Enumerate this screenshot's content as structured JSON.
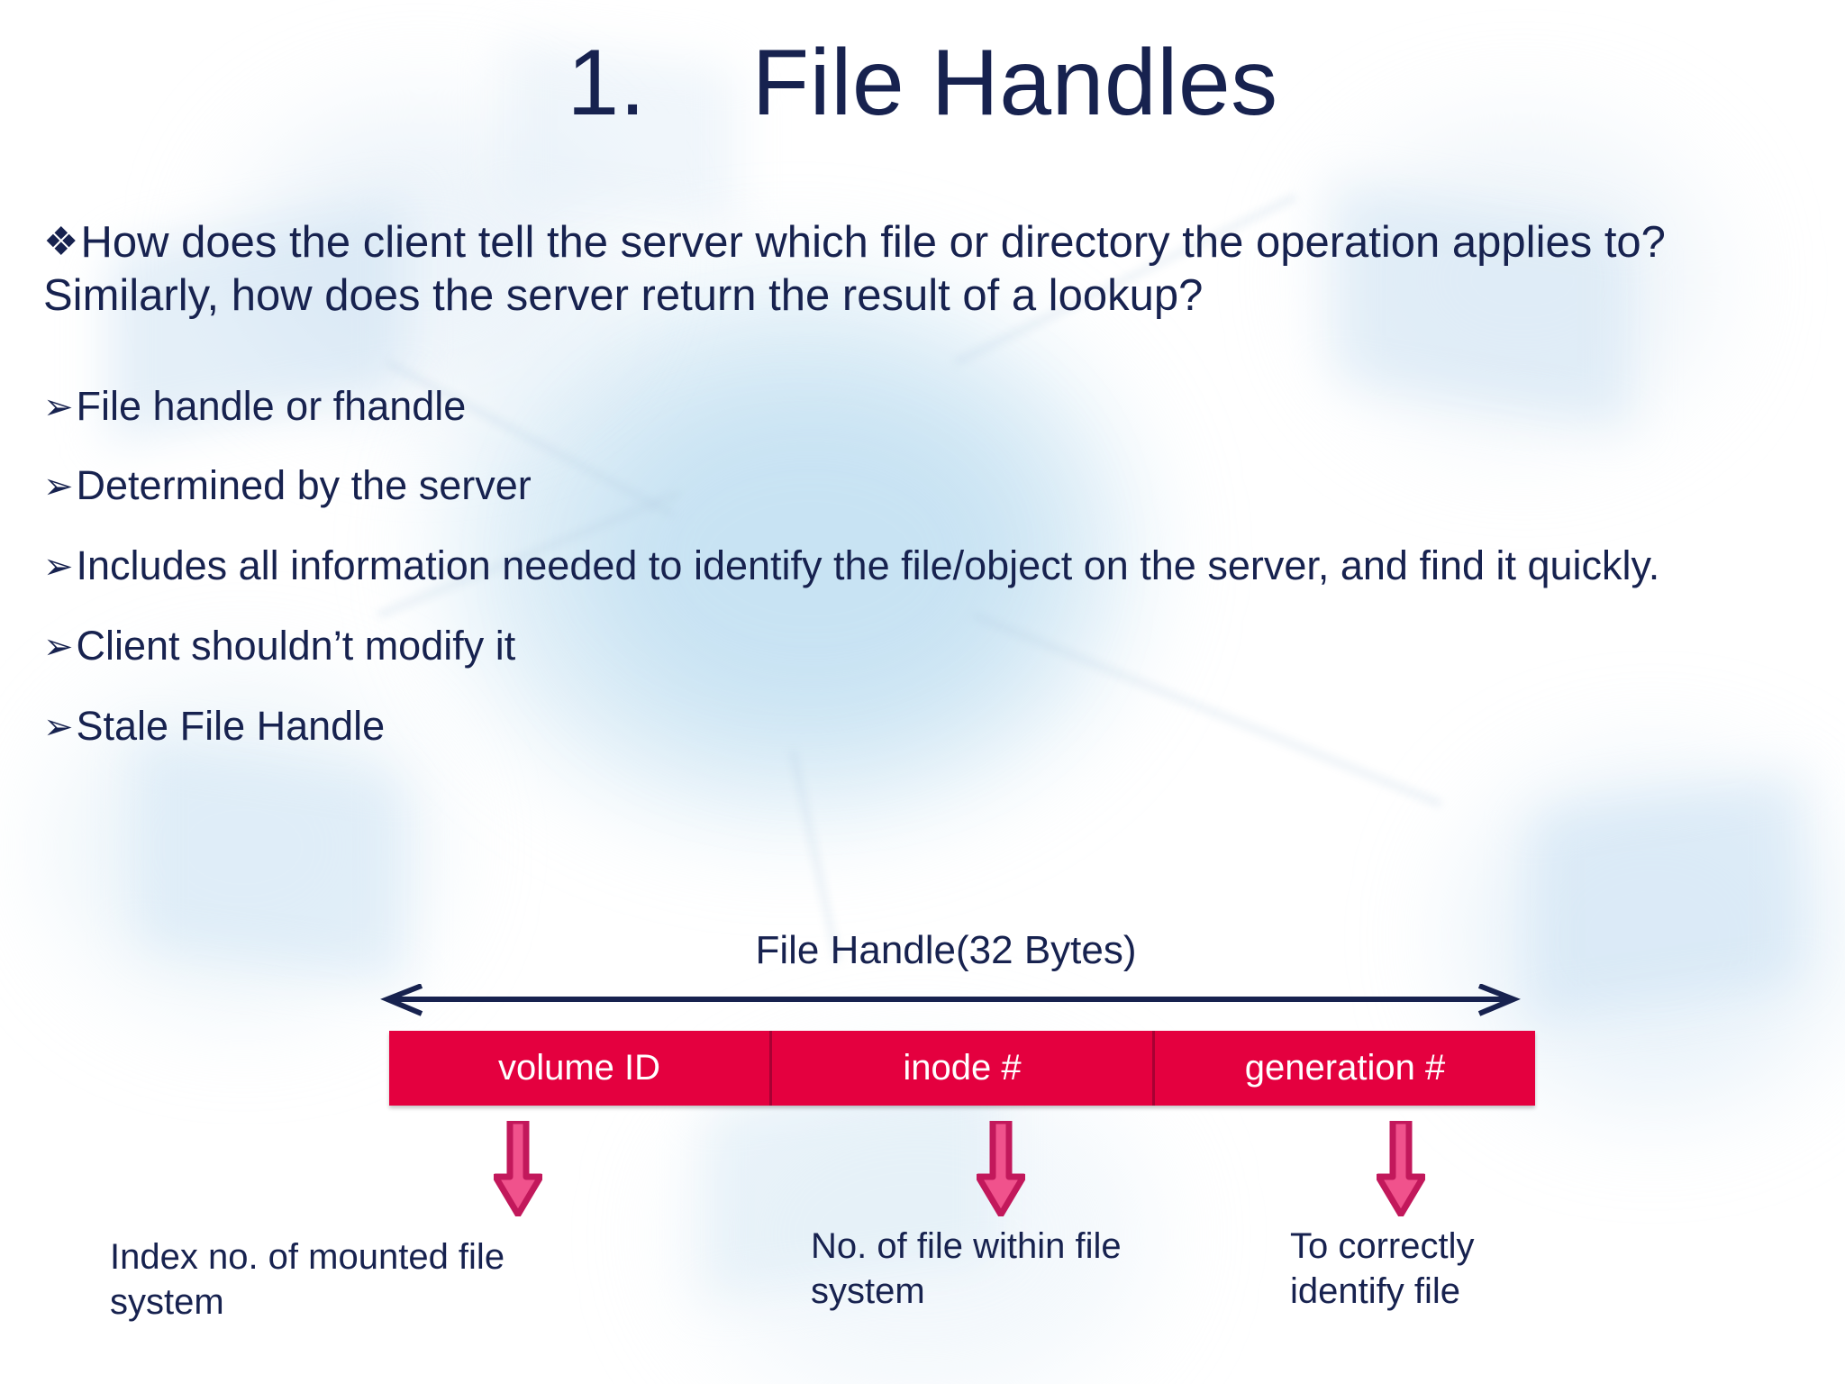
{
  "slide": {
    "title": "1.    File Handles",
    "title_number": "1.",
    "title_text": "File Handles"
  },
  "content": {
    "lead_bullet_glyph": "❖",
    "lead_text": "How does the client tell the server which file or directory the operation applies to? Similarly, how does the server return the result of a lookup?",
    "sub_bullet_glyph": "➢",
    "sub_items": [
      "File handle or fhandle",
      "Determined by the server",
      "Includes all information needed to identify the file/object on the server, and find it quickly.",
      "Client shouldn’t modify it",
      "Stale File Handle"
    ]
  },
  "diagram": {
    "caption": "File Handle(32 Bytes)",
    "span_arrow_name": "double-headed-arrow",
    "fields": [
      {
        "label": "volume ID",
        "note": "Index no. of mounted file system"
      },
      {
        "label": "inode #",
        "note": "No. of file within file system"
      },
      {
        "label": "generation #",
        "note": "To correctly identify file"
      }
    ]
  },
  "colors": {
    "text_navy": "#17224f",
    "bar_crimson": "#E4003F",
    "bar_border": "#a80033",
    "arrow_pink": "#F0528C",
    "arrow_pink_edge": "#C2185B",
    "background": "#ffffff"
  }
}
